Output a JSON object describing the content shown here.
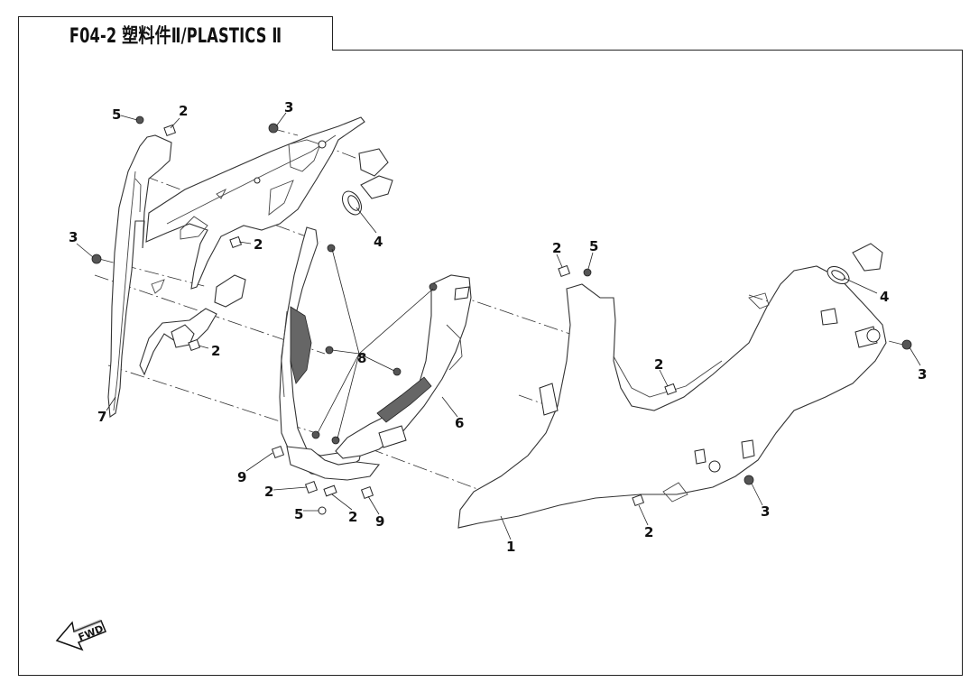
{
  "title": "F04-2  塑料件Ⅱ/PLASTICS Ⅱ",
  "fwd_label": "FWD",
  "callouts": {
    "c5_top": "5",
    "c2_top": "2",
    "c3_top": "3",
    "c4_top": "4",
    "c3_left": "3",
    "c2_mid": "2",
    "c2_left": "2",
    "c7": "7",
    "c8": "8",
    "c6": "6",
    "c9_left": "9",
    "c2_bl": "2",
    "c5_bottom": "5",
    "c2_bottom": "2",
    "c9_bottom": "9",
    "c2_right_top": "2",
    "c5_right_top": "5",
    "c4_right": "4",
    "c3_right": "3",
    "c2_right_mid": "2",
    "c3_right_bottom": "3",
    "c2_right_bottom": "2",
    "c1": "1"
  }
}
